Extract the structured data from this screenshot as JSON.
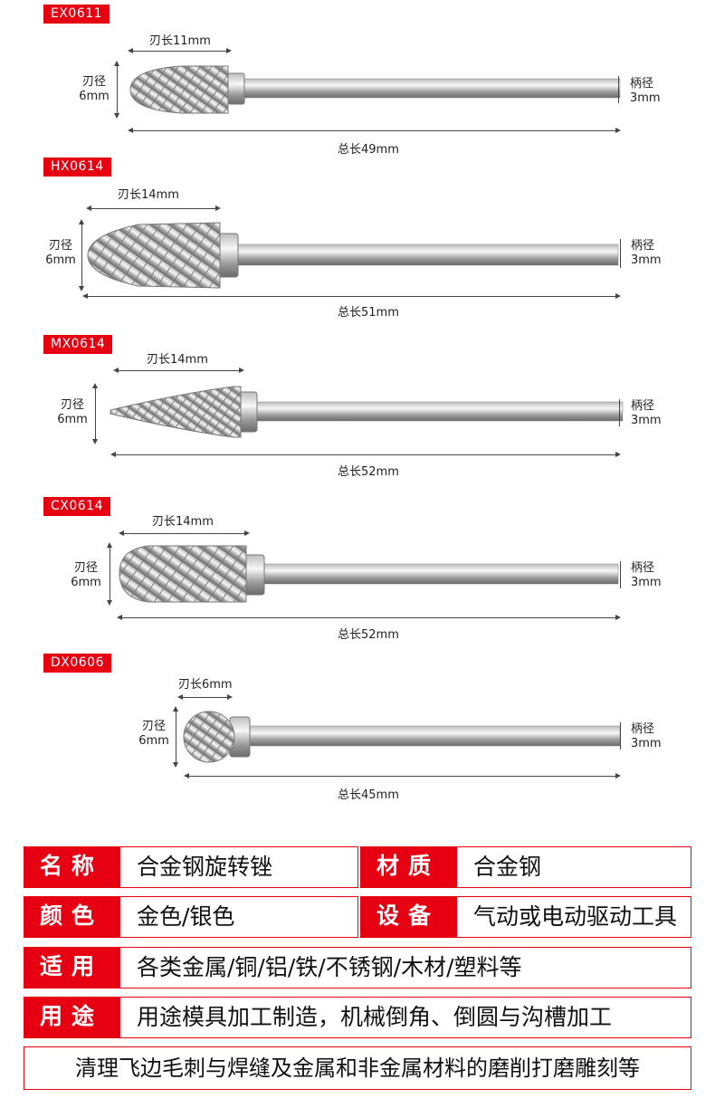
{
  "products": [
    {
      "code": "EX0611",
      "blade_length": "刃长11mm",
      "blade_dia_1": "刃径",
      "blade_dia_2": "6mm",
      "shank_1": "柄径",
      "shank_2": "3mm",
      "total": "总长49mm",
      "head_shape": "oval-icon"
    },
    {
      "code": "HX0614",
      "blade_length": "刃长14mm",
      "blade_dia_1": "刃径",
      "blade_dia_2": "6mm",
      "shank_1": "柄径",
      "shank_2": "3mm",
      "total": "总长51mm",
      "head_shape": "flame-icon"
    },
    {
      "code": "MX0614",
      "blade_length": "刃长14mm",
      "blade_dia_1": "刃径",
      "blade_dia_2": "6mm",
      "shank_1": "柄径",
      "shank_2": "3mm",
      "total": "总长52mm",
      "head_shape": "cone-icon"
    },
    {
      "code": "CX0614",
      "blade_length": "刃长14mm",
      "blade_dia_1": "刃径",
      "blade_dia_2": "6mm",
      "shank_1": "柄径",
      "shank_2": "3mm",
      "total": "总长52mm",
      "head_shape": "round-cylinder-icon"
    },
    {
      "code": "DX0606",
      "blade_length": "刃长6mm",
      "blade_dia_1": "刃径",
      "blade_dia_2": "6mm",
      "shank_1": "柄径",
      "shank_2": "3mm",
      "total": "总长45mm",
      "head_shape": "ball-icon"
    }
  ],
  "spec": {
    "name_label": "名称",
    "name_value": "合金钢旋转锉",
    "material_label": "材质",
    "material_value": "合金钢",
    "color_label": "颜色",
    "color_value": "金色/银色",
    "equipment_label": "设备",
    "equipment_value": "气动或电动驱动工具",
    "apply_label": "适用",
    "apply_value": "各类金属/铜/铝/铁/不锈钢/木材/塑料等",
    "use_label": "用途",
    "use_value": "用途模具加工制造，机械倒角、倒圆与沟槽加工",
    "note": "清理飞边毛刺与焊缝及金属和非金属材料的磨削打磨雕刻等"
  },
  "colors": {
    "accent": "#e60012",
    "metal_light": "#f4f4f4",
    "metal_dark": "#8a8a8a"
  }
}
